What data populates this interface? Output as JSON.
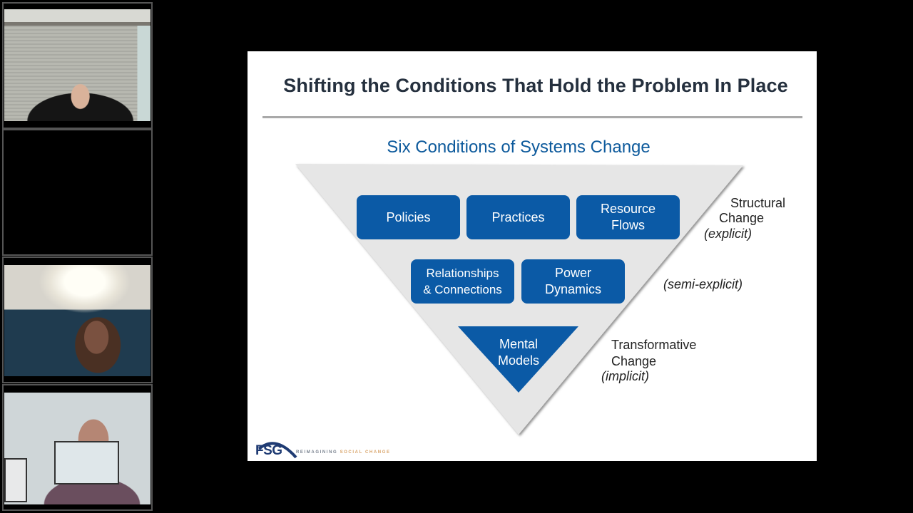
{
  "participants": [
    {
      "id": "participant-1",
      "video": "on",
      "description": "man with headset in office"
    },
    {
      "id": "participant-2",
      "video": "off"
    },
    {
      "id": "participant-3",
      "video": "on",
      "description": "woman with glasses and headphones"
    },
    {
      "id": "participant-4",
      "video": "on",
      "description": "man with glasses"
    }
  ],
  "slide": {
    "title": "Shifting the Conditions That Hold the Problem In Place",
    "subtitle": "Six Conditions of Systems Change",
    "boxes": {
      "policies": "Policies",
      "practices": "Practices",
      "resource_line1": "Resource",
      "resource_line2": "Flows",
      "relationships_line1": "Relationships",
      "relationships_line2": "& Connections",
      "power_line1": "Power",
      "power_line2": "Dynamics",
      "mental_line1": "Mental",
      "mental_line2": "Models"
    },
    "side_labels": {
      "structural_line1": "Structural",
      "structural_line2": "Change",
      "explicit": "(explicit)",
      "semi_explicit": "(semi-explicit)",
      "transformative_line1": "Transformative",
      "transformative_line2": "Change",
      "implicit": "(implicit)"
    },
    "footer": {
      "logo": "FSG",
      "tagline_a": "REIMAGINING",
      "tagline_b": "SOCIAL CHANGE"
    },
    "colors": {
      "box_blue": "#0b5aa6",
      "subtitle_blue": "#0d5a9c",
      "title_dark": "#25303e",
      "triangle_gray": "#e6e6e6",
      "tagline_orange": "#d9a56b"
    }
  }
}
